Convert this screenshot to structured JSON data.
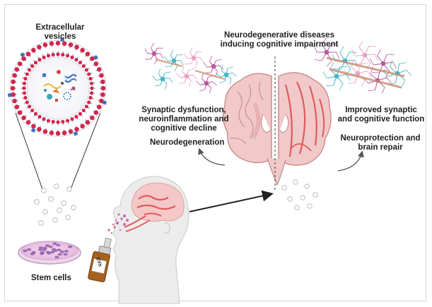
{
  "labels": {
    "ev_title": "Extracellular\nvesicles",
    "disease_title": "Neurodegenerative diseases\ninducing cognitive impairment",
    "left_effects": "Synaptic dysfunction,\nneuroinflammation and\ncognitive decline",
    "neurodegeneration": "Neurodegeneration",
    "right_effects": "Improved synaptic\nand cognitive function",
    "neuroprotection": "Neuroprotection and\nbrain repair",
    "stem_cells": "Stem cells",
    "bottle_label": "EVs"
  },
  "colors": {
    "membrane_head": "#d0284f",
    "membrane_lipid": "#8fa3c8",
    "neuron_magenta": "#b45aa0",
    "neuron_cyan": "#48b5c8",
    "neuron_pink": "#e7a3c6",
    "brain_fill": "#f1c9c9",
    "brain_stroke": "#c8908e",
    "brain_lesion": "#e05a5a",
    "dish_cells": "#8e62a8",
    "skin": "#ececec"
  }
}
